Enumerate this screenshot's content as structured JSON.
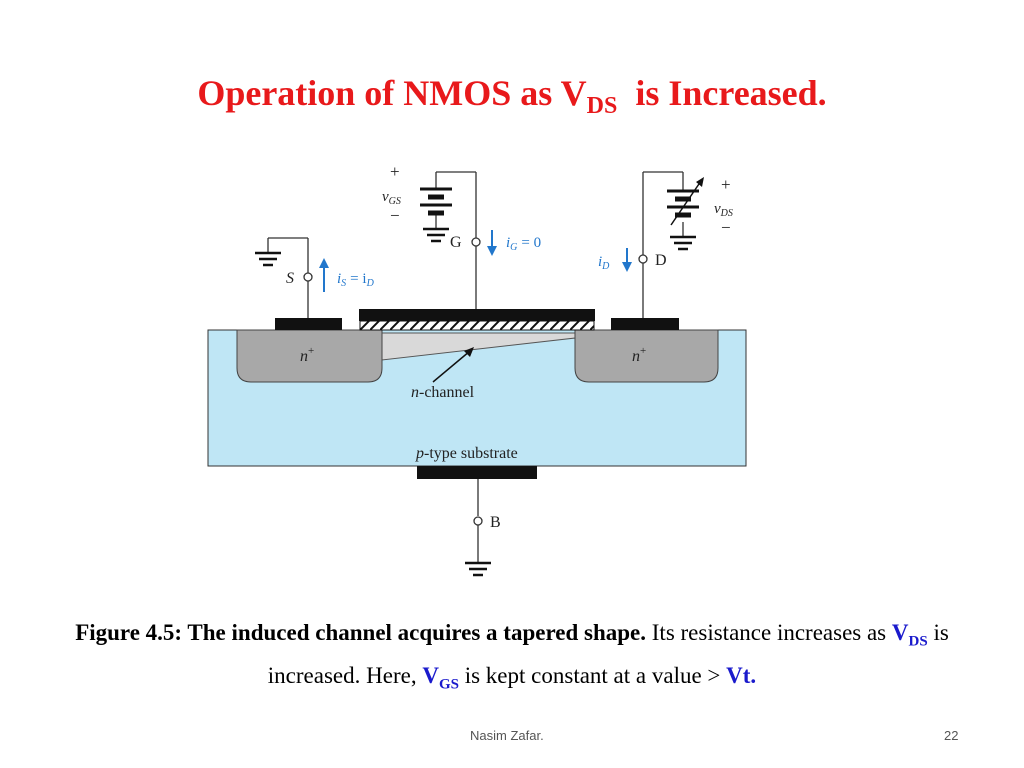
{
  "slide": {
    "title_main": "Operation of NMOS as V",
    "title_sub": "DS",
    "title_end": "is Increased."
  },
  "diagram": {
    "source_sign_plus": "+",
    "v_gs_label": "v",
    "v_gs_sub": "GS",
    "source_sign_minus": "−",
    "gate_label": "G",
    "i_g_label": "i",
    "i_g_sub": "G",
    "i_g_value": "= 0",
    "drain_sign_plus": "+",
    "v_ds_label": "v",
    "v_ds_sub": "DS",
    "drain_sign_minus": "−",
    "source_label": "S",
    "i_s_label": "i",
    "i_s_sub": "S",
    "i_s_eq": "= i",
    "i_s_eq_sub": "D",
    "i_d_label": "i",
    "i_d_sub": "D",
    "drain_label": "D",
    "n_plus_left": "n",
    "n_plus_right": "n",
    "n_plus_sup": "+",
    "channel_label_italic": "n",
    "channel_label_rest": "-channel",
    "substrate_label_italic": "p",
    "substrate_label_rest": "-type substrate",
    "body_label": "B",
    "colors": {
      "substrate": "#bfe6f5",
      "n_region": "#a8a8a8",
      "channel": "#d9d9d9",
      "metal": "#111111",
      "arrow": "#2277cc"
    }
  },
  "caption": {
    "bold_part": "Figure 4.5: The induced channel acquires a tapered shape.",
    "text1": " Its resistance increases as ",
    "vds_main": "V",
    "vds_sub": "DS",
    "text2": " is increased. Here, ",
    "vgs_main": "V",
    "vgs_sub": "GS",
    "text3": " is kept constant at a value > ",
    "vt": "Vt."
  },
  "footer": {
    "author": "Nasim Zafar.",
    "page": "22"
  }
}
